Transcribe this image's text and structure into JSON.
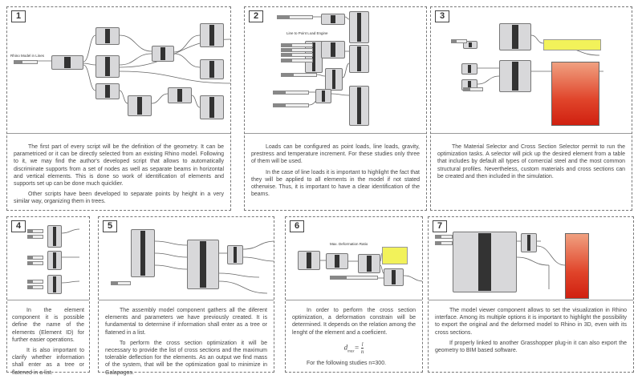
{
  "panels": [
    {
      "number": "1",
      "diagram_label": "Rhino Model in Lines",
      "paragraphs": [
        "The first part of every script will be the definition of the geometry. It can be parametriced or it can be directly selected from an existing Rhino model. Following to it, we may find the author's developed script that allows to automatically discriminate supports from a set of nodes as well as separate beams in horizontal and vertical elements. This is done so work of identification of elements and supports set up can be done much quicklier.",
        "Other scripts have been developed to separate points by height in a very similar way, organizing them in trees."
      ]
    },
    {
      "number": "2",
      "diagram_label": "Line to Point Load Engine",
      "paragraphs": [
        "Loads can be configured as point loads, line loads, gravity, prestress and temperature increment. For these studies only three of them will be used.",
        "In the case of line loads it is important to highlight the fact that they will be applied to all elements in the model if not stated otherwise. Thus, it is important to have a clear identification of the beams."
      ]
    },
    {
      "number": "3",
      "diagram_label": "",
      "paragraphs": [
        "The Material Selector and Cross Section Selector permit to run the optimization tasks. A selector will pick up the desired element from a table that includes by default all types of comercial steel and the most common structural profiles. Nevertheless, custom materials and cross sections can be created and then included in the simulation."
      ]
    },
    {
      "number": "4",
      "diagram_label": "",
      "paragraphs": [
        "In the element component it is possible define the name of the elements (Element ID) for further easier operations.",
        "It is also important to clarify whether information shall enter as a tree or flatened in a list."
      ]
    },
    {
      "number": "5",
      "diagram_label": "",
      "paragraphs": [
        "The assembly model component gathers all the diferent elements and parameters we have previously created. It is fundamental to determine if information shall enter as a tree or flatened in a list.",
        "To perform the cross section optimization it will be necessary to provide the list of cross sections and the maximum tolerable deflection for the elements. As an output we find mass of the system, that will be the optimization goal to minimize in Galapagos."
      ]
    },
    {
      "number": "6",
      "diagram_label": "Max. Deformation Ratio",
      "paragraphs": [
        "In order to perform the cross section optimization, a deformation constrain will be determined. It depends on the relation among the lenght of the element and a coeficient."
      ],
      "formula": {
        "lhs": "d",
        "sub": "max",
        "eq": "=",
        "num": "l",
        "den": "n"
      },
      "note": "For the following studies n=300."
    },
    {
      "number": "7",
      "diagram_label": "",
      "paragraphs": [
        "The model viewer component allows to set the visualization in Rhino interface. Among its multiple options it is important to highlight the possibility to export the original and the deformed model to Rhino in 3D, even with its cross sections.",
        "If properly linked to another Grasshopper plug-in it can also export the geometry to BIM based software."
      ]
    }
  ]
}
